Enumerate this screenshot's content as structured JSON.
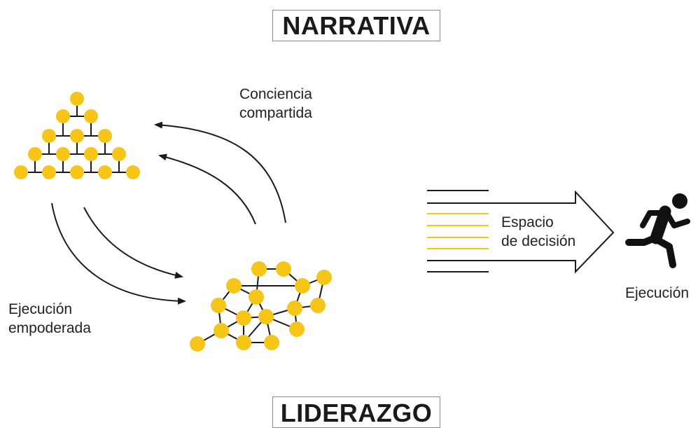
{
  "title_top": "NARRATIVA",
  "title_bottom": "LIDERAZGO",
  "label_shared": [
    "Conciencia",
    "compartida"
  ],
  "label_empowered": [
    "Ejecución",
    "empoderada"
  ],
  "label_decision": [
    "Espacio",
    "de decisión"
  ],
  "label_execution": "Ejecución",
  "colors": {
    "node": "#f5c518",
    "edge": "#1a1a1a",
    "accent_line": "#f5c518",
    "text": "#222222"
  },
  "icons": {
    "hierarchy": "pyramid-network-icon",
    "network": "mesh-network-icon",
    "runner": "running-person-icon"
  }
}
